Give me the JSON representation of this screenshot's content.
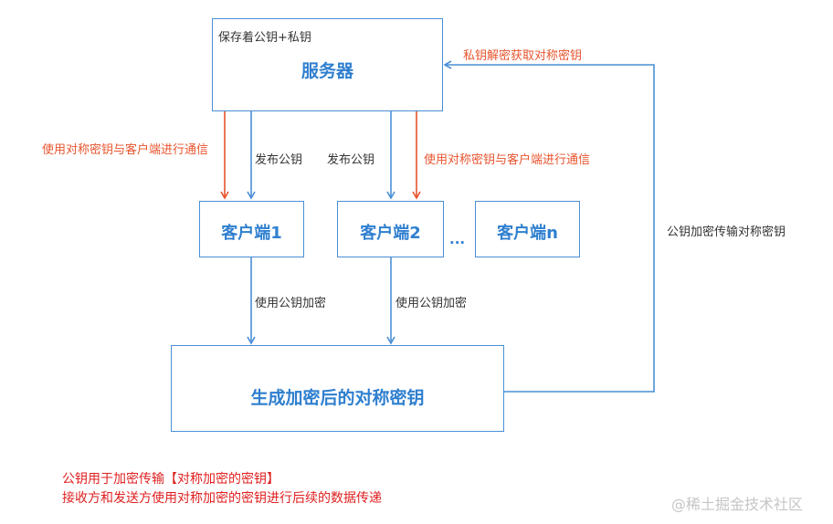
{
  "colors": {
    "blue": "#4a8fd6",
    "title_blue": "#2f7fcf",
    "red": "#e8542e",
    "note_red": "#e02020",
    "text": "#333333"
  },
  "server": {
    "note": "保存着公钥+私钥",
    "title": "服务器"
  },
  "clients": [
    {
      "title": "客户端1"
    },
    {
      "title": "客户端2"
    },
    {
      "title": "客户端n"
    }
  ],
  "ellipsis": "...",
  "key_box": {
    "title": "生成加密后的对称密钥"
  },
  "labels": {
    "sym_comm_left": "使用对称密钥与客户端进行通信",
    "publish_key_1": "发布公钥",
    "publish_key_2": "发布公钥",
    "sym_comm_right": "使用对称密钥与客户端进行通信",
    "encrypt_1": "使用公钥加密",
    "encrypt_2": "使用公钥加密",
    "transfer": "公钥加密传输对称密钥",
    "decrypt": "私钥解密获取对称密钥"
  },
  "notes": [
    "公钥用于加密传输【对称加密的密钥】",
    "接收方和发送方使用对称加密的密钥进行后续的数据传递"
  ],
  "watermark": "@稀土掘金技术社区"
}
